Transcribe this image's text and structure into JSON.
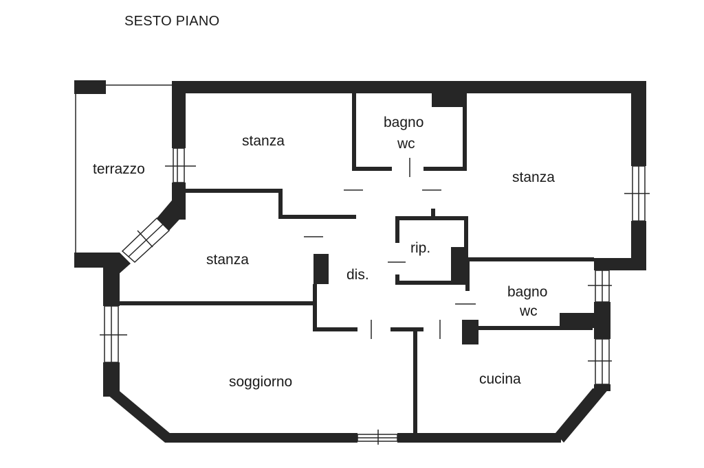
{
  "plan": {
    "title": "SESTO PIANO",
    "rooms": {
      "terrazzo": "terrazzo",
      "stanza_top": "stanza",
      "bagno_top_1": "bagno",
      "bagno_top_2": "wc",
      "stanza_right": "stanza",
      "stanza_left": "stanza",
      "rip": "rip.",
      "dis": "dis.",
      "bagno_right_1": "bagno",
      "bagno_right_2": "wc",
      "soggiorno": "soggiorno",
      "cucina": "cucina"
    }
  }
}
